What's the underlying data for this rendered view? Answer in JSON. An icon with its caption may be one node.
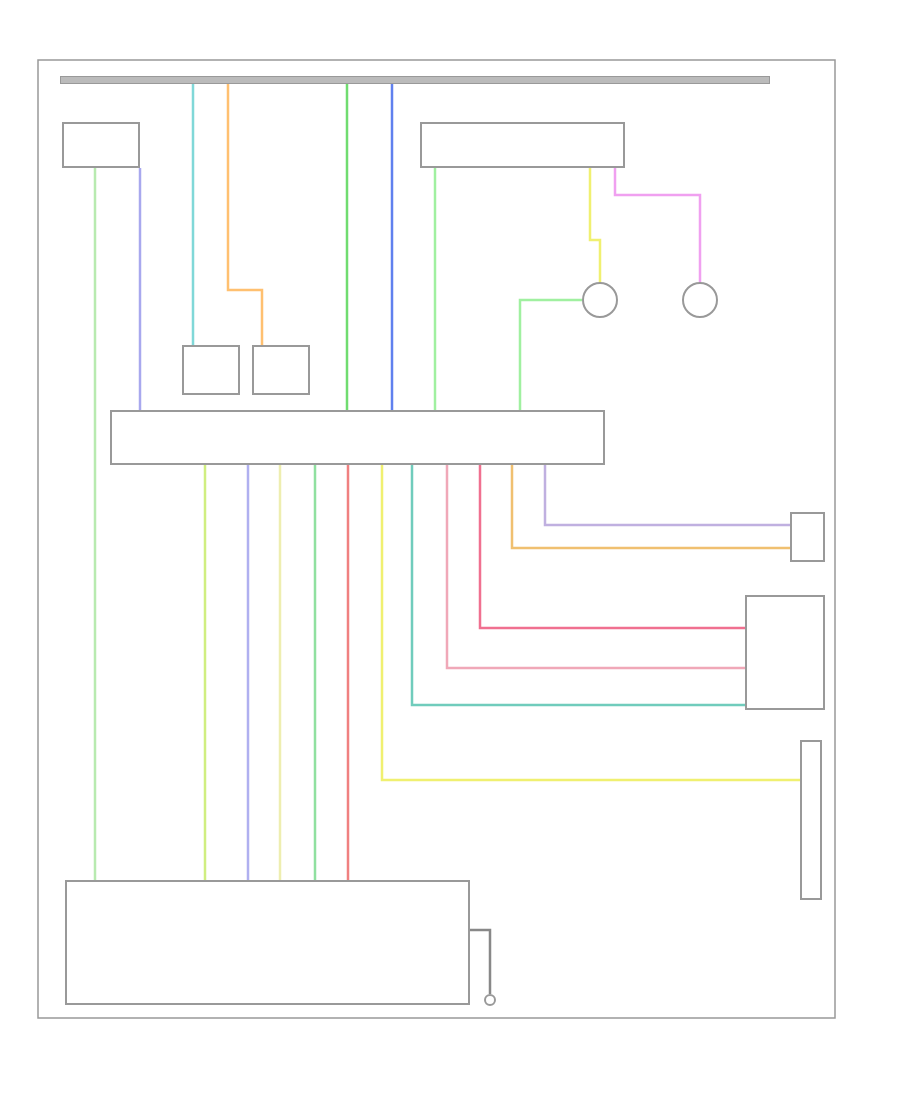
{
  "diagram": {
    "nodes": [
      {
        "text": [],
        "shape": "bar"
      },
      {
        "text": [],
        "shape": "box"
      },
      {
        "text": [],
        "shape": "box"
      },
      {
        "text": [],
        "shape": "box"
      },
      {
        "text": [],
        "shape": "box"
      },
      {
        "text": [],
        "shape": "circle"
      },
      {
        "text": [],
        "shape": "circle"
      },
      {
        "text": [],
        "shape": "box"
      },
      {
        "text": [],
        "shape": "box"
      },
      {
        "text": [],
        "shape": "box"
      },
      {
        "text": [],
        "shape": "box"
      },
      {
        "text": [],
        "shape": "box"
      },
      {
        "text": [],
        "shape": "circle"
      }
    ],
    "edges": [
      {
        "from": 1,
        "to": 11,
        "arrow": "none",
        "color": "#b8eab0"
      },
      {
        "from": 1,
        "to": 7,
        "arrow": "none",
        "color": "#a8a8ee"
      },
      {
        "from": 0,
        "to": 3,
        "arrow": "none",
        "color": "#80d8d8"
      },
      {
        "from": 0,
        "to": 4,
        "arrow": "none",
        "color": "#ffc070"
      },
      {
        "from": 0,
        "to": 7,
        "arrow": "none",
        "color": "#70dc70"
      },
      {
        "from": 0,
        "to": 7,
        "arrow": "none",
        "color": "#6080ee"
      },
      {
        "from": 2,
        "to": 7,
        "arrow": "none",
        "color": "#a0f0a0"
      },
      {
        "from": 2,
        "to": 5,
        "arrow": "none",
        "color": "#f0f070"
      },
      {
        "from": 2,
        "to": 6,
        "arrow": "none",
        "color": "#f0a0f0"
      },
      {
        "from": 7,
        "to": 5,
        "arrow": "none",
        "color": "#a0f0a0"
      },
      {
        "from": 7,
        "to": 11,
        "arrow": "none",
        "color": "#d0ee80"
      },
      {
        "from": 7,
        "to": 11,
        "arrow": "none",
        "color": "#b0b0f0"
      },
      {
        "from": 7,
        "to": 11,
        "arrow": "none",
        "color": "#eeeeb0"
      },
      {
        "from": 7,
        "to": 11,
        "arrow": "none",
        "color": "#90e0a0"
      },
      {
        "from": 7,
        "to": 11,
        "arrow": "none",
        "color": "#f08080"
      },
      {
        "from": 7,
        "to": 10,
        "arrow": "none",
        "color": "#f0f070"
      },
      {
        "from": 7,
        "to": 9,
        "arrow": "none",
        "color": "#70ccbc"
      },
      {
        "from": 7,
        "to": 9,
        "arrow": "none",
        "color": "#f0a8b8"
      },
      {
        "from": 7,
        "to": 9,
        "arrow": "none",
        "color": "#f07090"
      },
      {
        "from": 7,
        "to": 8,
        "arrow": "none",
        "color": "#f0c070"
      },
      {
        "from": 7,
        "to": 8,
        "arrow": "none",
        "color": "#c0b0e0"
      },
      {
        "from": 11,
        "to": 12,
        "arrow": "none",
        "color": "#888888"
      }
    ]
  }
}
